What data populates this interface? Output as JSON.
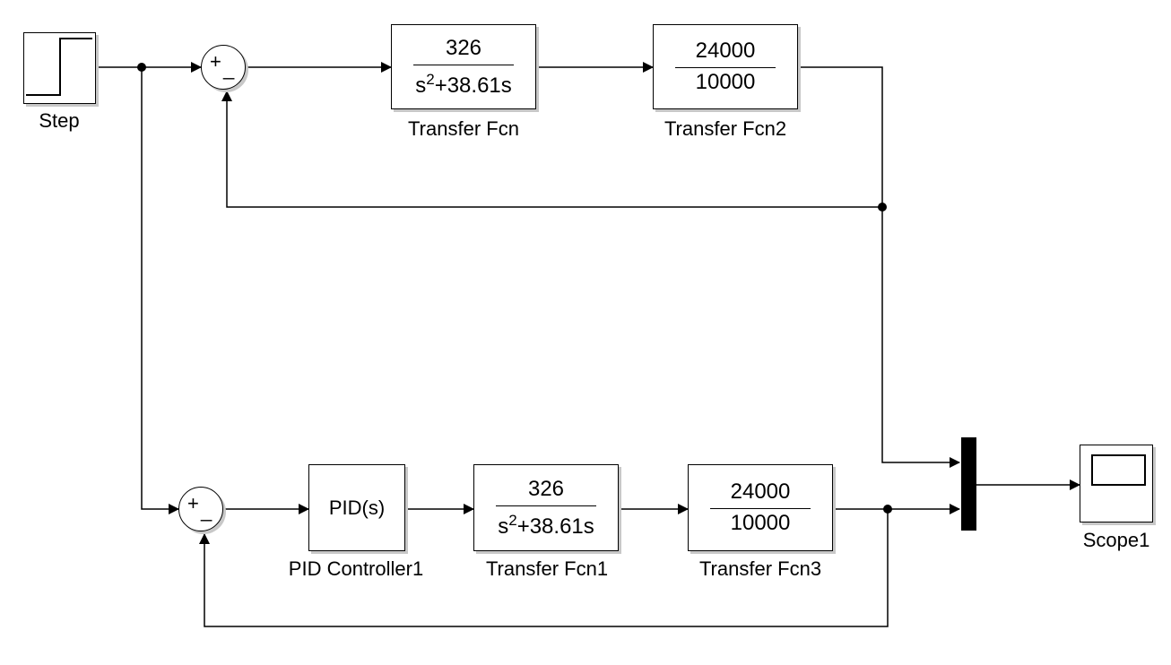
{
  "blocks": {
    "step": {
      "label": "Step"
    },
    "tf": {
      "label": "Transfer Fcn",
      "numerator": "326",
      "den_prefix": "s",
      "den_exp": "2",
      "den_suffix": "+38.61s"
    },
    "tf2": {
      "label": "Transfer Fcn2",
      "numerator": "24000",
      "denominator": "10000"
    },
    "pid": {
      "label": "PID Controller1",
      "text": "PID(s)"
    },
    "tf1": {
      "label": "Transfer Fcn1",
      "numerator": "326",
      "den_prefix": "s",
      "den_exp": "2",
      "den_suffix": "+38.61s"
    },
    "tf3": {
      "label": "Transfer Fcn3",
      "numerator": "24000",
      "denominator": "10000"
    },
    "scope": {
      "label": "Scope1"
    },
    "sum_top": {
      "plus": "+",
      "minus": "_"
    },
    "sum_bottom": {
      "plus": "+",
      "minus": "_"
    }
  },
  "colors": {
    "line": "#000000",
    "shadow": "#c8c8c8",
    "background": "#ffffff"
  }
}
